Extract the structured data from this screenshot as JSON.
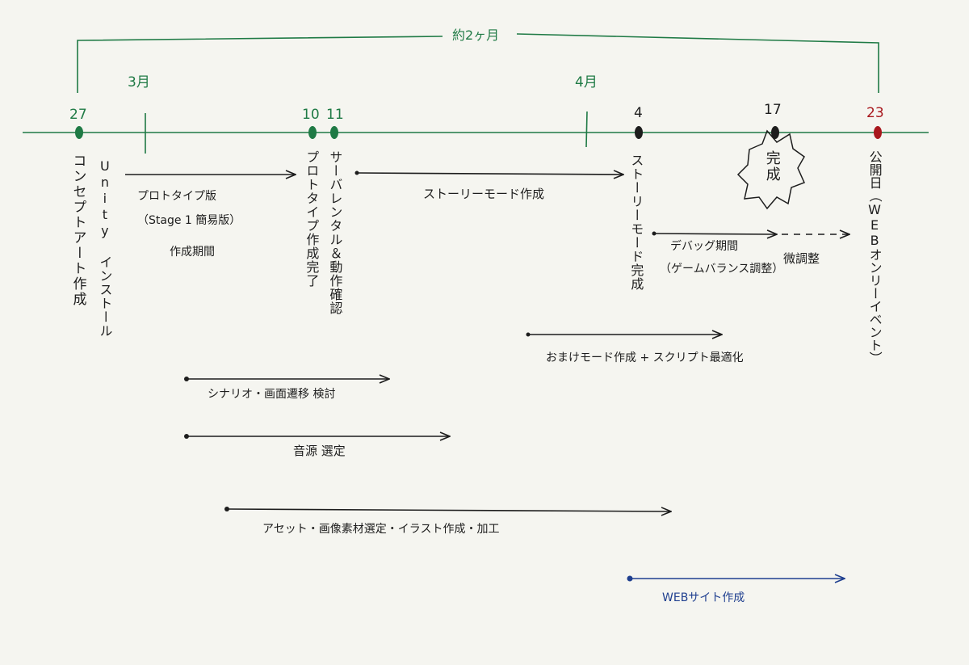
{
  "colors": {
    "timeline": "#1f7a45",
    "ink": "#1d1d1d",
    "release": "#a8171d",
    "web": "#1f3f8f",
    "background": "#f5f5f0"
  },
  "span_label": "約2ヶ月",
  "months": {
    "march": "3月",
    "april": "4月"
  },
  "dates": {
    "d27": "27",
    "d10": "10",
    "d11": "11",
    "d4": "4",
    "d17": "17",
    "d23": "23"
  },
  "milestones": {
    "concept_art": "コンセプトアート作成",
    "unity_install": "Unity インストール",
    "prototype_done": "プロトタイプ作成完了",
    "server_rental": "サーバレンタル＆動作確認",
    "story_done": "ストーリーモード完成",
    "release": "公開日（WEBオンリーイベント）",
    "complete_badge": "完成"
  },
  "tasks": {
    "prototype_period": [
      "プロトタイプ版",
      "（Stage 1 簡易版）",
      "作成期間"
    ],
    "story_mode": "ストーリーモード作成",
    "debug": [
      "デバッグ期間",
      "（ゲームバランス調整）"
    ],
    "fine_tune": "微調整",
    "bonus_mode": "おまけモード作成 + スクリプト最適化",
    "scenario": "シナリオ・画面遷移 検討",
    "sound": "音源 選定",
    "assets": "アセット・画像素材選定・イラスト作成・加工",
    "website": "WEBサイト作成"
  }
}
